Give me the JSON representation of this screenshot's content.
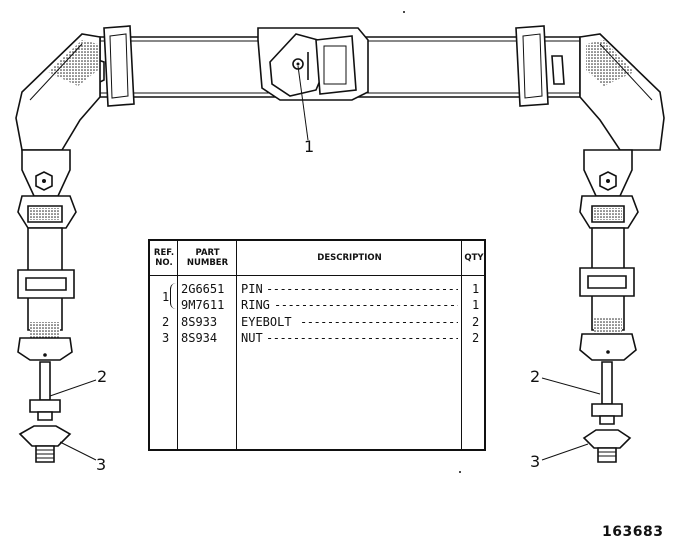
{
  "table": {
    "headers": {
      "ref_no": [
        "REF.",
        "NO."
      ],
      "part_number": [
        "PART",
        "NUMBER"
      ],
      "description": "DESCRIPTION",
      "qty": "QTY"
    },
    "rows": [
      {
        "ref": "1",
        "part_number": "2G6651",
        "description": "PIN",
        "qty": "1"
      },
      {
        "ref": "",
        "part_number": "9M7611",
        "description": "RING",
        "qty": "1"
      },
      {
        "ref": "2",
        "part_number": "8S933",
        "description": "EYEBOLT",
        "qty": "2"
      },
      {
        "ref": "3",
        "part_number": "8S934",
        "description": "NUT",
        "qty": "2"
      }
    ]
  },
  "callouts": [
    "1",
    "2",
    "3",
    "2",
    "3"
  ],
  "drawing_number": "163683"
}
